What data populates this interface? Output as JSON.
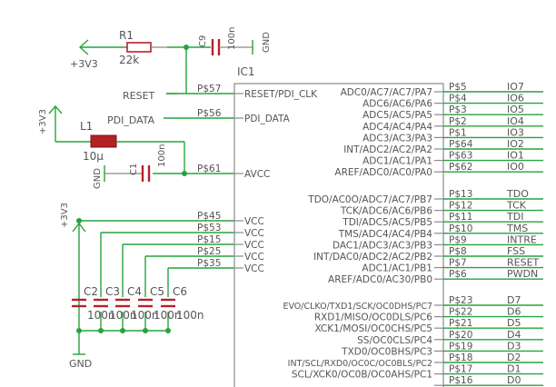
{
  "labels": {
    "r1_ref": "R1",
    "r1_val": "22k",
    "c9_ref": "C9",
    "c9_val": "100n",
    "gnd": "GND",
    "supply": "+3V3",
    "reset_net": "RESET",
    "pdi_net": "PDI_DATA",
    "ic_ref": "IC1",
    "l1_ref": "L1",
    "l1_val": "10µ",
    "c1_ref": "C1",
    "c1_val": "100n",
    "bank_caps": [
      "C2",
      "C3",
      "C4",
      "C5",
      "C6"
    ],
    "bank_vals": [
      "100n",
      "100n",
      "100n",
      "100n",
      "100n"
    ]
  },
  "left_pins": [
    {
      "pad": "P$57",
      "name": "RESET/PDI_CLK"
    },
    {
      "pad": "P$56",
      "name": "PDI_DATA"
    },
    {
      "pad": "P$61",
      "name": "AVCC"
    },
    {
      "pad": "P$45",
      "name": "VCC"
    },
    {
      "pad": "P$53",
      "name": "VCC"
    },
    {
      "pad": "P$15",
      "name": "VCC"
    },
    {
      "pad": "P$25",
      "name": "VCC"
    },
    {
      "pad": "P$35",
      "name": "VCC"
    }
  ],
  "right_pins": [
    {
      "name": "ADC0/AC7/AC7/PA7",
      "pad": "P$5",
      "net": "IO7"
    },
    {
      "name": "ADC6/AC6/PA6",
      "pad": "P$4",
      "net": "IO6"
    },
    {
      "name": "ADC5/AC5/PA5",
      "pad": "P$3",
      "net": "IO5"
    },
    {
      "name": "ADC4/AC4/PA4",
      "pad": "P$2",
      "net": "IO4"
    },
    {
      "name": "ADC3/AC3/PA3",
      "pad": "P$1",
      "net": "IO3"
    },
    {
      "name": "INT/ADC2/AC2/PA2",
      "pad": "P$64",
      "net": "IO2"
    },
    {
      "name": "ADC1/AC1/PA1",
      "pad": "P$63",
      "net": "IO1"
    },
    {
      "name": "AREF/ADC0/AC0/PA0",
      "pad": "P$62",
      "net": "IO0"
    },
    {
      "name": "TDO/AC0O/ADC7/AC7/PB7",
      "pad": "P$13",
      "net": "TDO"
    },
    {
      "name": "TCK/ADC6/AC6/PB6",
      "pad": "P$12",
      "net": "TCK"
    },
    {
      "name": "TDI/ADC5/AC5/PB5",
      "pad": "P$11",
      "net": "TDI"
    },
    {
      "name": "TMS/ADC4/AC4/PB4",
      "pad": "P$10",
      "net": "TMS"
    },
    {
      "name": "DAC1/ADC3/AC3/PB3",
      "pad": "P$9",
      "net": "INTRE"
    },
    {
      "name": "INT/DAC0/ADC2/AC2/PB2",
      "pad": "P$8",
      "net": "FSS"
    },
    {
      "name": "ADC1/AC1/PB1",
      "pad": "P$7",
      "net": "RESET"
    },
    {
      "name": "AREF/ADC0/AC30/PB0",
      "pad": "P$6",
      "net": "PWDN"
    },
    {
      "name": "EVO/CLKO/TXD1/SCK/OC0DHS/PC7",
      "pad": "P$23",
      "net": "D7"
    },
    {
      "name": "RXD1/MISO/OC0DLS/PC6",
      "pad": "P$22",
      "net": "D6"
    },
    {
      "name": "XCK1/MOSI/OC0CHS/PC5",
      "pad": "P$21",
      "net": "D5"
    },
    {
      "name": "SS/OC0CLS/PC4",
      "pad": "P$20",
      "net": "D4"
    },
    {
      "name": "TXD0/OC0BHS/PC3",
      "pad": "P$19",
      "net": "D3"
    },
    {
      "name": "INT/SCL/RXD0/OC0C/OC0BLS/PC2",
      "pad": "P$18",
      "net": "D2"
    },
    {
      "name": "SCL/XCK0/OC0B/OC0AHS/PC1",
      "pad": "P$17",
      "net": "D1"
    },
    {
      "name": "",
      "pad": "P$16",
      "net": "D0"
    }
  ]
}
